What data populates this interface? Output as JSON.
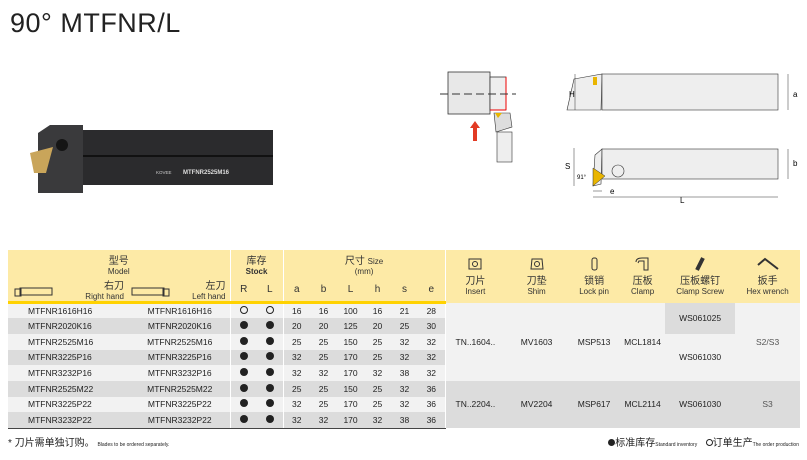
{
  "title": "90° MTFNR/L",
  "photo": {
    "brand": "KOVEE",
    "label": "MTFNR2525M16"
  },
  "diagram": {
    "labels": {
      "H": "H",
      "a": "a",
      "S": "S",
      "b": "b",
      "angle": "91°",
      "e": "e",
      "L": "L"
    }
  },
  "header": {
    "model_cn": "型号",
    "model_en": "Model",
    "right_cn": "右刀",
    "right_en": "Right hand",
    "left_cn": "左刀",
    "left_en": "Left hand",
    "stock_cn": "库存",
    "stock_en": "Stock",
    "size_cn": "尺寸",
    "size_en": "Size",
    "size_unit": "(mm)",
    "stock_cols": [
      "R",
      "L"
    ],
    "size_cols": [
      "a",
      "b",
      "L",
      "h",
      "s",
      "e"
    ],
    "parts": [
      {
        "cn": "刀片",
        "en": "Insert"
      },
      {
        "cn": "刀垫",
        "en": "Shim"
      },
      {
        "cn": "锁销",
        "en": "Lock pin"
      },
      {
        "cn": "压板",
        "en": "Clamp"
      },
      {
        "cn": "压板螺钉",
        "en": "Clamp Screw"
      },
      {
        "cn": "扳手",
        "en": "Hex wrench"
      }
    ]
  },
  "rows": [
    {
      "right": "MTFNR1616H16",
      "left": "MTFNR1616H16",
      "R": "order",
      "L": "order",
      "a": "16",
      "b": "16",
      "L_": "100",
      "h": "16",
      "s": "21",
      "e": "28"
    },
    {
      "right": "MTFNR2020K16",
      "left": "MTFNR2020K16",
      "R": "stock",
      "L": "stock",
      "a": "20",
      "b": "20",
      "L_": "125",
      "h": "20",
      "s": "25",
      "e": "30"
    },
    {
      "right": "MTFNR2525M16",
      "left": "MTFNR2525M16",
      "R": "stock",
      "L": "stock",
      "a": "25",
      "b": "25",
      "L_": "150",
      "h": "25",
      "s": "32",
      "e": "32"
    },
    {
      "right": "MTFNR3225P16",
      "left": "MTFNR3225P16",
      "R": "stock",
      "L": "stock",
      "a": "32",
      "b": "25",
      "L_": "170",
      "h": "25",
      "s": "32",
      "e": "32"
    },
    {
      "right": "MTFNR3232P16",
      "left": "MTFNR3232P16",
      "R": "stock",
      "L": "stock",
      "a": "32",
      "b": "32",
      "L_": "170",
      "h": "32",
      "s": "38",
      "e": "32"
    },
    {
      "right": "MTFNR2525M22",
      "left": "MTFNR2525M22",
      "R": "stock",
      "L": "stock",
      "a": "25",
      "b": "25",
      "L_": "150",
      "h": "25",
      "s": "32",
      "e": "36"
    },
    {
      "right": "MTFNR3225P22",
      "left": "MTFNR3225P22",
      "R": "stock",
      "L": "stock",
      "a": "32",
      "b": "25",
      "L_": "170",
      "h": "25",
      "s": "32",
      "e": "36"
    },
    {
      "right": "MTFNR3232P22",
      "left": "MTFNR3232P22",
      "R": "stock",
      "L": "stock",
      "a": "32",
      "b": "32",
      "L_": "170",
      "h": "32",
      "s": "38",
      "e": "36"
    }
  ],
  "groups": [
    {
      "insert": "TN..1604..",
      "shim": "MV1603",
      "lockpin": "MSP513",
      "clamp": "MCL1814",
      "screw_a": "WS061025",
      "screw_b": "WS061030",
      "wrench": "S2/S3"
    },
    {
      "insert": "TN..2204..",
      "shim": "MV2204",
      "lockpin": "MSP617",
      "clamp": "MCL2114",
      "screw": "WS061030",
      "wrench": "S3"
    }
  ],
  "footer": {
    "note_cn": "* 刀片需单独订购。",
    "note_en": "Blades to be ordered separately.",
    "legend_stock_cn": "标准库存",
    "legend_stock_en": "Standard inventory",
    "legend_order_cn": "订单生产",
    "legend_order_en": "The order production"
  }
}
